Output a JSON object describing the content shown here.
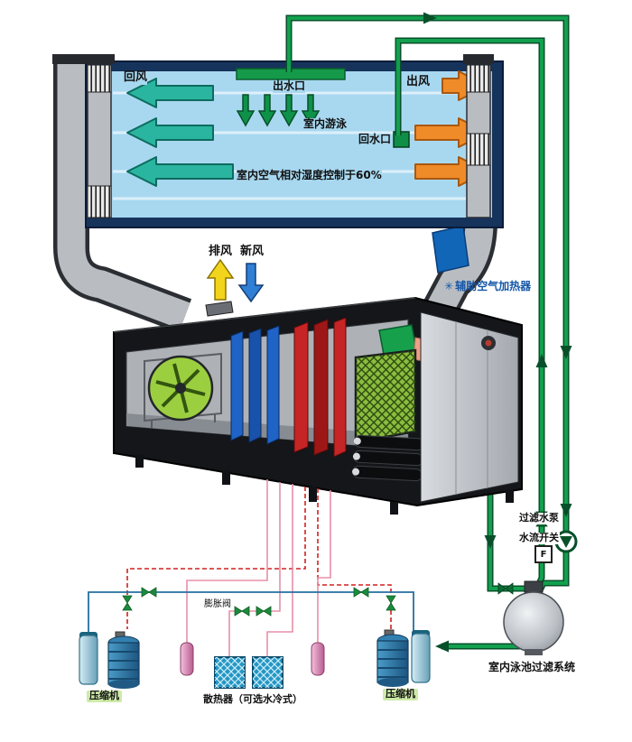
{
  "diagram": {
    "pool_room": {
      "return_air": "回风",
      "water_outlet": "出水口",
      "air_out": "出风",
      "indoor_swimming": "室内游泳",
      "water_return": "回水口",
      "humidity_note": "室内空气相对湿度控制于60%"
    },
    "ahu": {
      "exhaust_air": "排风",
      "fresh_air": "新风",
      "aux_heater": "辅助空气加热器",
      "aux_heater_icon": "✳"
    },
    "filtration": {
      "filter_pump": "过滤水泵",
      "flow_switch": "水流开关",
      "flow_switch_letter": "F",
      "system_label": "室内泳池过滤系统"
    },
    "refrigeration": {
      "expansion_valve": "膨胀阀",
      "compressor_left": "压缩机",
      "compressor_right": "压缩机",
      "radiator": "散热器（可选水冷式）"
    },
    "colors": {
      "pipe_green": "#12a04e",
      "pool_blue": "#a8d8f0",
      "pool_border_navy": "#16335c",
      "supply_arrow_teal": "#2ab5a0",
      "exhaust_arrow_orange": "#ef8b28",
      "fresh_air_blue": "#2f7fd4",
      "exhaust_yellow": "#f3d41c",
      "coil_blue": "#1f63c6",
      "coil_red": "#c62525",
      "fan_green": "#9ccf40",
      "aux_heater_text_blue": "#1456a8"
    }
  }
}
